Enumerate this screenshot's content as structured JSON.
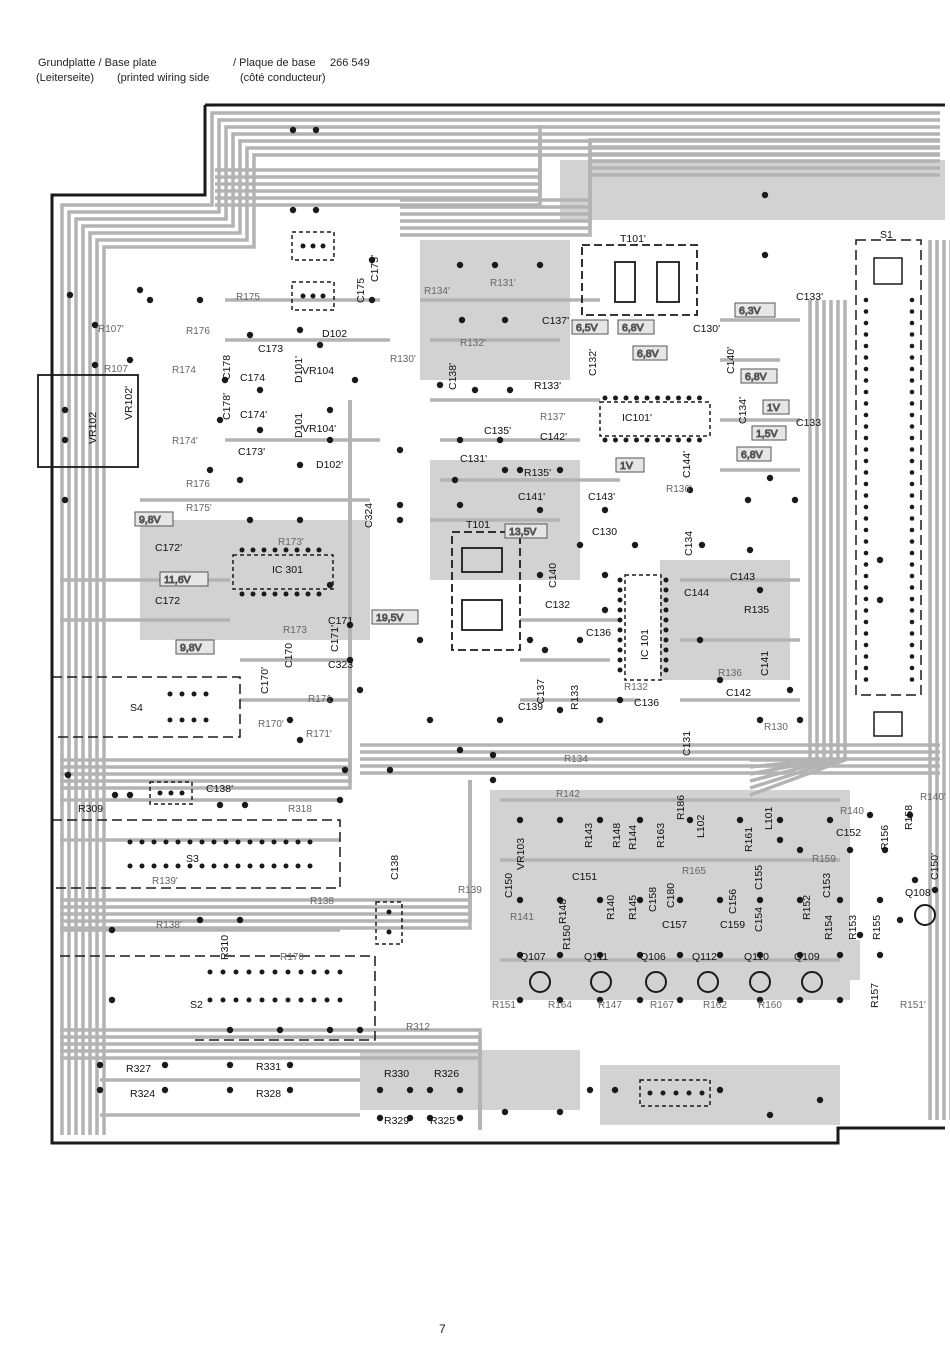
{
  "header": {
    "line1_de": "Grundplatte / Base plate",
    "line1_fr": "/ Plaque de base",
    "part_number": "266 549",
    "line2_de": "(Leiterseite)",
    "line2_en": "(printed wiring side",
    "line2_fr": "(côté conducteur)"
  },
  "page_number": "7",
  "colors": {
    "trace": "#b3b3b3",
    "ground_fill": "#cfcfcf",
    "board_edge": "#1a1a1a",
    "pad": "#1a1a1a"
  },
  "ic_labels": [
    "IC 301",
    "IC101'",
    "IC 101"
  ],
  "transformer_labels": [
    "T101'",
    "T101"
  ],
  "switch_labels": [
    "S1",
    "S2",
    "S3",
    "S4"
  ],
  "voltage_labels": [
    "9,8V",
    "11,6V",
    "9,8V",
    "19,5V",
    "13,5V",
    "6,5V",
    "6,8V",
    "6,8V",
    "6,3V",
    "6,8V",
    "1V",
    "1,5V",
    "6,8V",
    "1V"
  ],
  "component_labels": {
    "left_area": [
      "R175",
      "R176",
      "R107'",
      "R107",
      "R174",
      "R174'",
      "R176",
      "R175'",
      "R173'",
      "R173",
      "R171",
      "R170'",
      "R171'",
      "VR102",
      "VR102'",
      "C178",
      "C178'",
      "C173",
      "C174",
      "C174'",
      "C173'",
      "C172'",
      "C172",
      "C171",
      "C170",
      "C170'",
      "C171'",
      "C323",
      "C324",
      "D101'",
      "D101",
      "D102",
      "D102'",
      "VR104",
      "VR104'",
      "C175",
      "C175'",
      "R134'",
      "R130'"
    ],
    "center_area": [
      "R132'",
      "R131'",
      "C137'",
      "C138'",
      "C132'",
      "R133'",
      "R137'",
      "C135'",
      "C142'",
      "C131'",
      "R135'",
      "C141'",
      "C143'",
      "C130",
      "C134",
      "C140",
      "C144",
      "C143",
      "R135",
      "C132",
      "C136",
      "C137",
      "R133",
      "C139",
      "R132",
      "C136",
      "R136",
      "C141",
      "C142",
      "R130",
      "C131",
      "R134",
      "C130'",
      "C140'",
      "C134'",
      "C144'",
      "R136'",
      "C133'",
      "C133"
    ],
    "lower_area": [
      "R309",
      "C138'",
      "R318",
      "R139'",
      "R138'",
      "R310",
      "R138",
      "R170",
      "C138",
      "R139",
      "R312",
      "R327",
      "R324",
      "R331",
      "R328",
      "R330",
      "R326",
      "R329",
      "R325"
    ],
    "amp_area": [
      "R142",
      "VR103",
      "R143",
      "R148",
      "R144",
      "R163",
      "R186",
      "L102",
      "R161",
      "L101",
      "R165",
      "C150",
      "C151",
      "R141",
      "R148",
      "R145",
      "R140",
      "C158",
      "C180",
      "C156",
      "C155",
      "C157",
      "C159",
      "C154",
      "R152",
      "C153",
      "R154",
      "R153",
      "R150",
      "Q107",
      "Q111",
      "Q106",
      "Q112",
      "Q110",
      "Q109",
      "R151",
      "R164",
      "R147",
      "R167",
      "R162",
      "R160",
      "R140",
      "R156",
      "R158",
      "C152",
      "R159",
      "R155",
      "R157",
      "Q108",
      "R151'",
      "R140'",
      "C150'"
    ]
  }
}
